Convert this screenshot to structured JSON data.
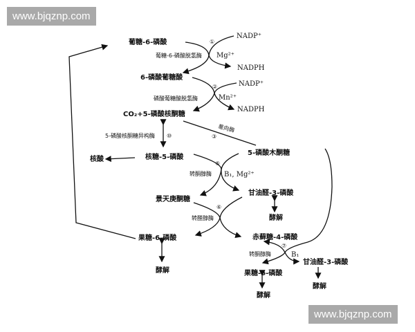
{
  "watermark": "www.bjqznp.com",
  "metabolites": {
    "g6p": "葡糖-6-磷酸",
    "pg6": "6-磷酸葡糖酸",
    "ru5p": "CO₂+5-磷酸核酮糖",
    "xu5p": "5-磷酸木酮糖",
    "nucleic": "核酸",
    "r5p": "核糖-5-磷酸",
    "s7p": "景天庚酮糖",
    "gap1": "甘油醛-3-磷酸",
    "glyco1": "酵解",
    "f6p1": "果糖-6-磷酸",
    "glyco2": "酵解",
    "e4p": "赤藓糖-4-磷酸",
    "gap2": "甘油醛-3-磷酸",
    "glyco3": "酵解",
    "f6p2": "果糖-6-磷酸",
    "glyco4": "酵解"
  },
  "enzymes": {
    "e1": "葡糖-6-磷酸脱氢酶",
    "e2": "磷酸葡糖酸脱氢酶",
    "e10": "5-磷酸核酮糖异构酶",
    "e3": "差向酶",
    "e5": "转酮醇酶",
    "e6": "转醛醇酶",
    "e7": "转酮醇酶"
  },
  "cofactors": {
    "nadp1": "NADP⁺",
    "nadph1": "NADPH",
    "mg1": "Mg²⁺",
    "nadp2": "NADP⁺",
    "nadph2": "NADPH",
    "mn": "Mn²⁺",
    "b1mg": "B₁, Mg²⁺",
    "b1": "B₁"
  },
  "steps": {
    "s1": "①",
    "s2": "②",
    "s10": "⑩",
    "s3": "③",
    "s5": "⑤",
    "s6": "⑥",
    "s7": "⑦"
  }
}
